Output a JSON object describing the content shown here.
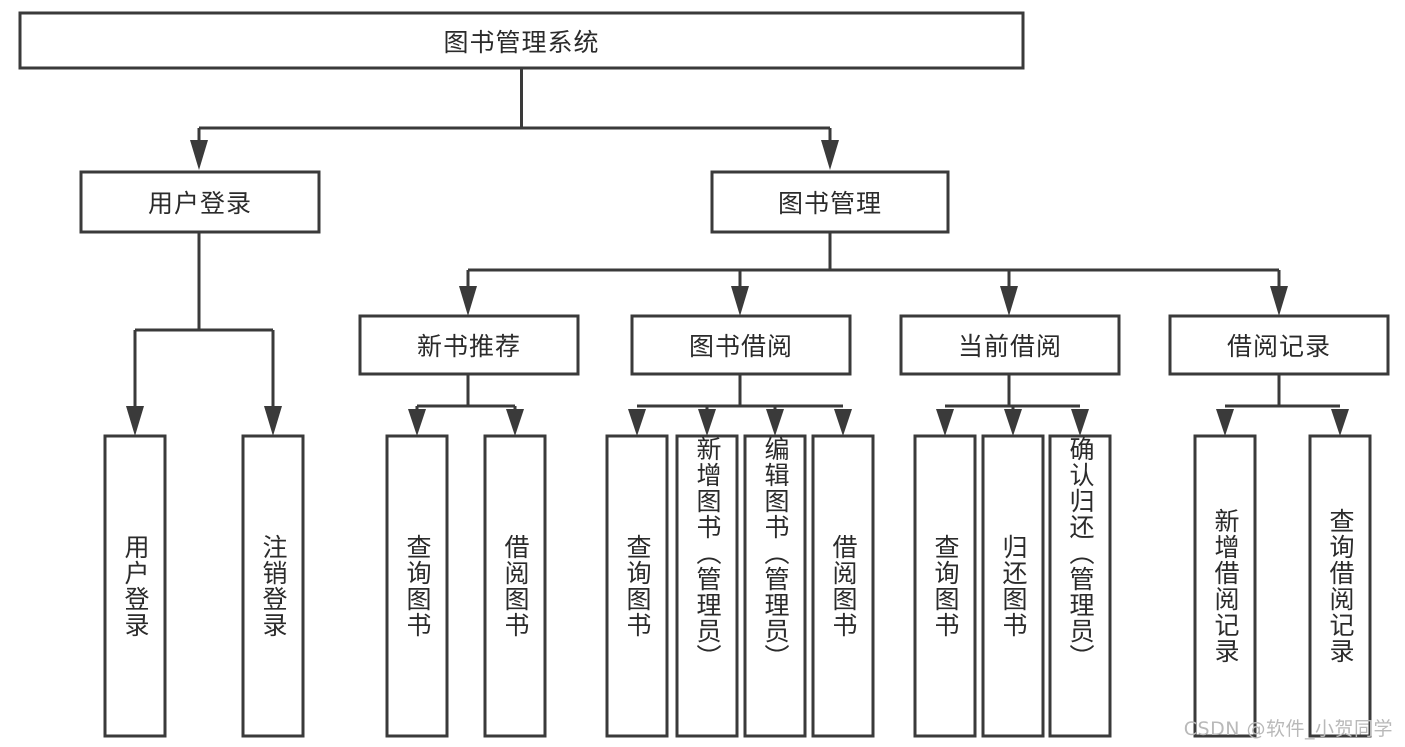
{
  "diagram": {
    "title": "图书管理系统",
    "type": "tree-hierarchy",
    "orientation": "top-down",
    "colors": {
      "box_stroke": "#3a3a3a",
      "box_fill": "#ffffff",
      "text": "#2b2b2b",
      "connector": "#3a3a3a",
      "background": "#ffffff",
      "watermark": "#b9b9b9"
    },
    "root": {
      "label": "图书管理系统",
      "id": "root"
    },
    "level2": [
      {
        "id": "user-login",
        "label": "用户登录"
      },
      {
        "id": "book-manage",
        "label": "图书管理"
      }
    ],
    "level3": [
      {
        "id": "new-book-recommend",
        "label": "新书推荐",
        "parent": "book-manage"
      },
      {
        "id": "book-borrow",
        "label": "图书借阅",
        "parent": "book-manage"
      },
      {
        "id": "current-borrow",
        "label": "当前借阅",
        "parent": "book-manage"
      },
      {
        "id": "borrow-record",
        "label": "借阅记录",
        "parent": "book-manage"
      }
    ],
    "leaves": [
      {
        "id": "leaf-user-login",
        "label": "用户登录",
        "parent": "user-login"
      },
      {
        "id": "leaf-logout-login",
        "label": "注销登录",
        "parent": "user-login"
      },
      {
        "id": "leaf-query-book-1",
        "label": "查询图书",
        "parent": "new-book-recommend"
      },
      {
        "id": "leaf-borrow-book-1",
        "label": "借阅图书",
        "parent": "new-book-recommend"
      },
      {
        "id": "leaf-query-book-2",
        "label": "查询图书",
        "parent": "book-borrow"
      },
      {
        "id": "leaf-add-book",
        "label": "新增图书（管理员）",
        "parent": "book-borrow"
      },
      {
        "id": "leaf-edit-book",
        "label": "编辑图书（管理员）",
        "parent": "book-borrow"
      },
      {
        "id": "leaf-borrow-book-2",
        "label": "借阅图书",
        "parent": "book-borrow"
      },
      {
        "id": "leaf-query-book-3",
        "label": "查询图书",
        "parent": "current-borrow"
      },
      {
        "id": "leaf-return-book",
        "label": "归还图书",
        "parent": "current-borrow"
      },
      {
        "id": "leaf-confirm-return",
        "label": "确认归还（管理员）",
        "parent": "current-borrow"
      },
      {
        "id": "leaf-add-record",
        "label": "新增借阅记录",
        "parent": "borrow-record"
      },
      {
        "id": "leaf-query-record",
        "label": "查询借阅记录",
        "parent": "borrow-record"
      }
    ]
  },
  "watermark": {
    "text": "CSDN @软件_小贺同学"
  }
}
